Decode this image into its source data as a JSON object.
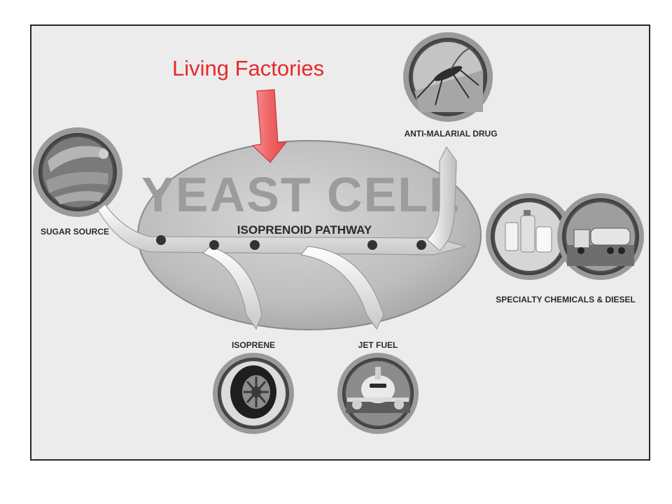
{
  "headline": "Living Factories",
  "cell": {
    "title": "YEAST CELL",
    "pathway": "ISOPRENOID PATHWAY"
  },
  "nodes": {
    "sugar": {
      "label": "SUGAR SOURCE",
      "icon": "sugar-cane-icon"
    },
    "antimalarial": {
      "label": "ANTI-MALARIAL DRUG",
      "icon": "mosquito-icon"
    },
    "specialty": {
      "label": "SPECIALTY CHEMICALS & DIESEL",
      "icon": "chemical-bottles-icon",
      "icon2": "tanker-truck-icon"
    },
    "isoprene": {
      "label": "ISOPRENE",
      "icon": "tire-icon"
    },
    "jetfuel": {
      "label": "JET FUEL",
      "icon": "airplane-icon"
    }
  },
  "colors": {
    "headline": "#e8292a",
    "arrow": "#f2676a",
    "cell": "#c2c2c2",
    "dot": "#333333"
  }
}
